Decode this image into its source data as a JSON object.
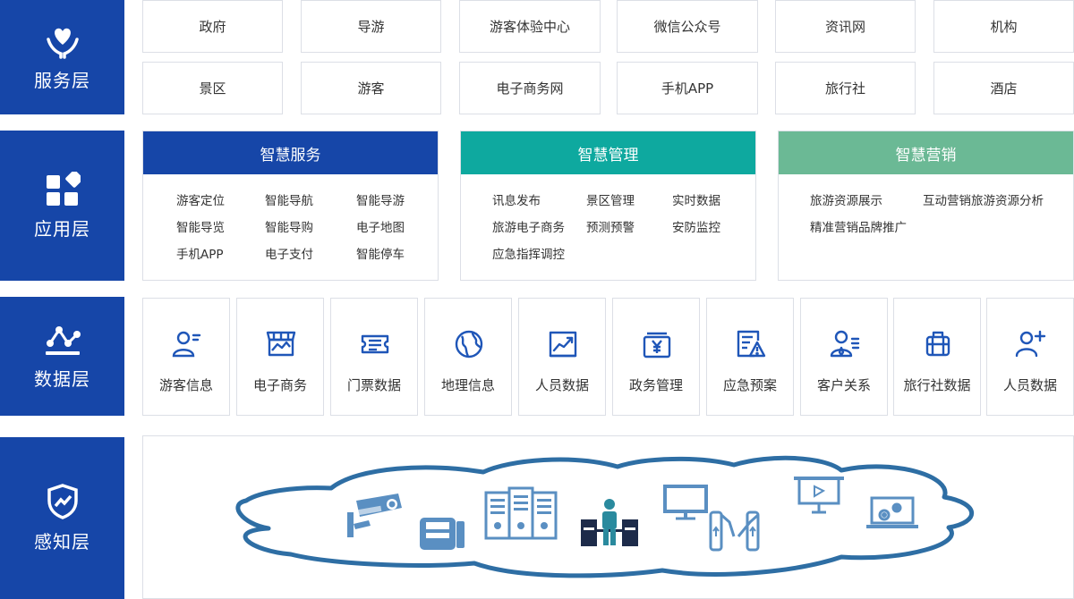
{
  "layers": {
    "service": "服务层",
    "application": "应用层",
    "data": "数据层",
    "perception": "感知层"
  },
  "service": {
    "row1": [
      "政府",
      "导游",
      "游客体验中心",
      "微信公众号",
      "资讯网",
      "机构"
    ],
    "row2": [
      "景区",
      "游客",
      "电子商务网",
      "手机APP",
      "旅行社",
      "酒店"
    ]
  },
  "application": {
    "panels": [
      {
        "title": "智慧服务",
        "color": "#1646a8",
        "items": [
          "游客定位",
          "智能导航",
          "智能导游",
          "智能导览",
          "智能导购",
          "电子地图",
          "手机APP",
          "电子支付",
          "智能停车"
        ]
      },
      {
        "title": "智慧管理",
        "color": "#0ea99f",
        "items": [
          "讯息发布",
          "景区管理",
          "实时数据",
          "旅游电子商务",
          "预测预警",
          "安防监控",
          "应急指挥调控"
        ]
      },
      {
        "title": "智慧营销",
        "color": "#6bb995",
        "items": [
          "旅游资源展示",
          "互动营销旅游资源分析",
          "精准营销品牌推广"
        ]
      }
    ]
  },
  "data": {
    "items": [
      {
        "label": "游客信息",
        "icon": "user-card-icon"
      },
      {
        "label": "电子商务",
        "icon": "storefront-icon"
      },
      {
        "label": "门票数据",
        "icon": "ticket-icon"
      },
      {
        "label": "地理信息",
        "icon": "globe-icon"
      },
      {
        "label": "人员数据",
        "icon": "trend-chart-icon"
      },
      {
        "label": "政务管理",
        "icon": "yuan-tray-icon"
      },
      {
        "label": "应急预案",
        "icon": "warning-document-icon"
      },
      {
        "label": "客户关系",
        "icon": "customer-icon"
      },
      {
        "label": "旅行社数据",
        "icon": "luggage-icon"
      },
      {
        "label": "人员数据",
        "icon": "add-user-icon"
      }
    ]
  },
  "colors": {
    "primary": "#1646a8",
    "teal": "#0ea99f",
    "green": "#6bb995",
    "icon": "#1f56b8",
    "cloud": "#2e6ea4",
    "device": "#5a8fc2"
  }
}
